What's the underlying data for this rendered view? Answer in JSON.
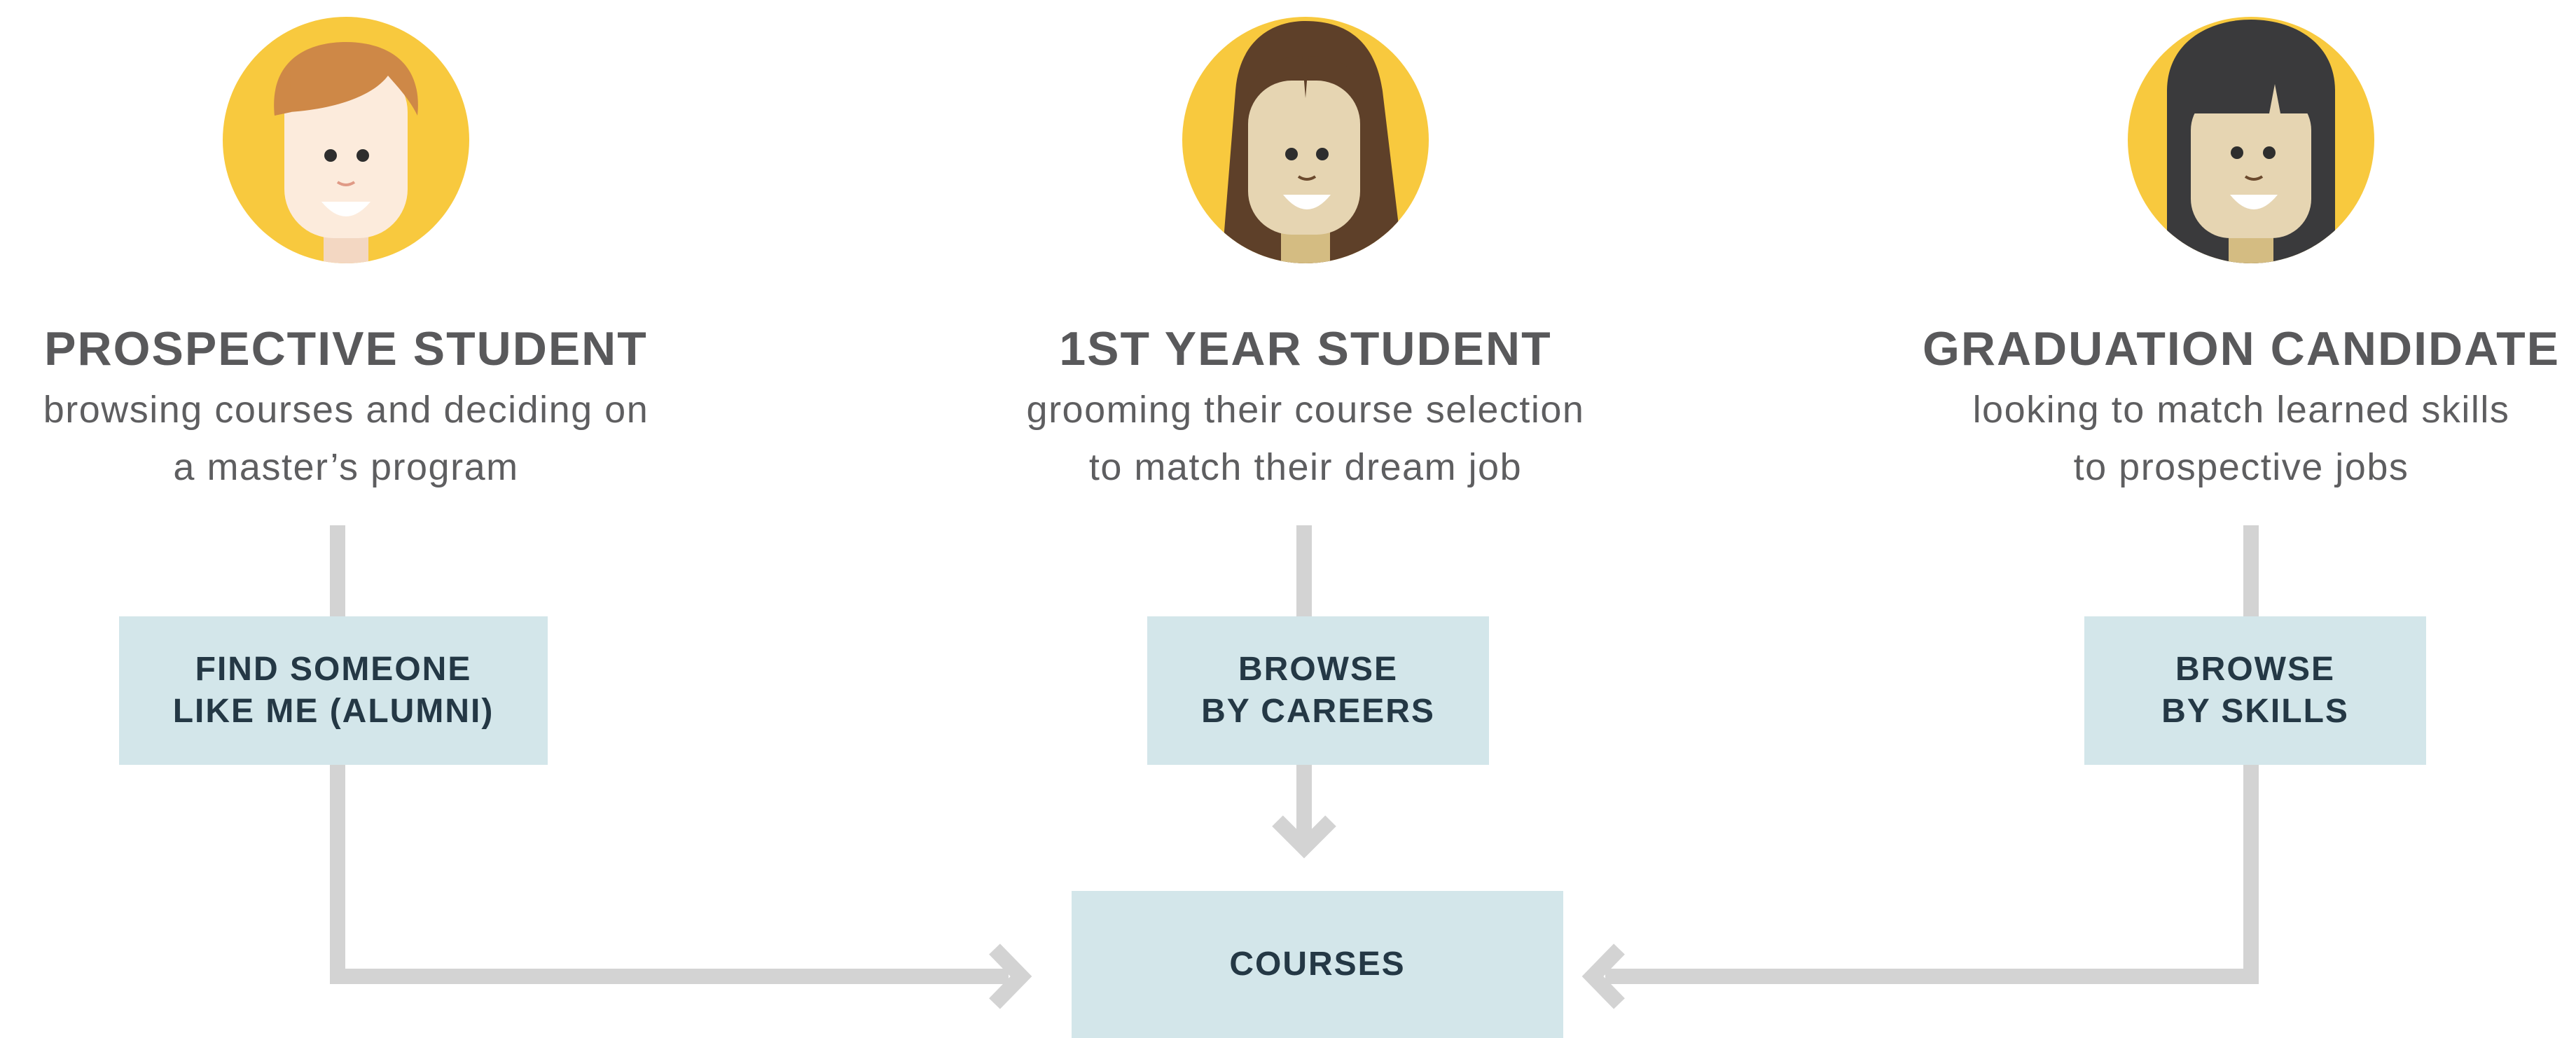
{
  "colors": {
    "avatar_bg": "#f8c93e",
    "connector": "#d3d3d3",
    "box_fill": "#d3e6ea",
    "box_text": "#243845",
    "title_text": "#59595b",
    "desc_text": "#5e5e60"
  },
  "personas": [
    {
      "title": "PROSPECTIVE STUDENT",
      "desc_line1": "browsing courses and deciding on",
      "desc_line2": "a master’s program",
      "avatar": "light-haired-student-avatar"
    },
    {
      "title": "1ST YEAR STUDENT",
      "desc_line1": "grooming their course selection",
      "desc_line2": "to match their dream job",
      "avatar": "long-brown-haired-student-avatar"
    },
    {
      "title": "GRADUATION CANDIDATE",
      "desc_line1": "looking to match learned skills",
      "desc_line2": "to prospective jobs",
      "avatar": "black-haired-student-avatar"
    }
  ],
  "boxes": {
    "find_someone": {
      "line1": "FIND SOMEONE",
      "line2": "LIKE ME (ALUMNI)"
    },
    "browse_careers": {
      "line1": "BROWSE",
      "line2": "BY CAREERS"
    },
    "browse_skills": {
      "line1": "BROWSE",
      "line2": "BY SKILLS"
    },
    "courses": {
      "label": "COURSES"
    }
  }
}
